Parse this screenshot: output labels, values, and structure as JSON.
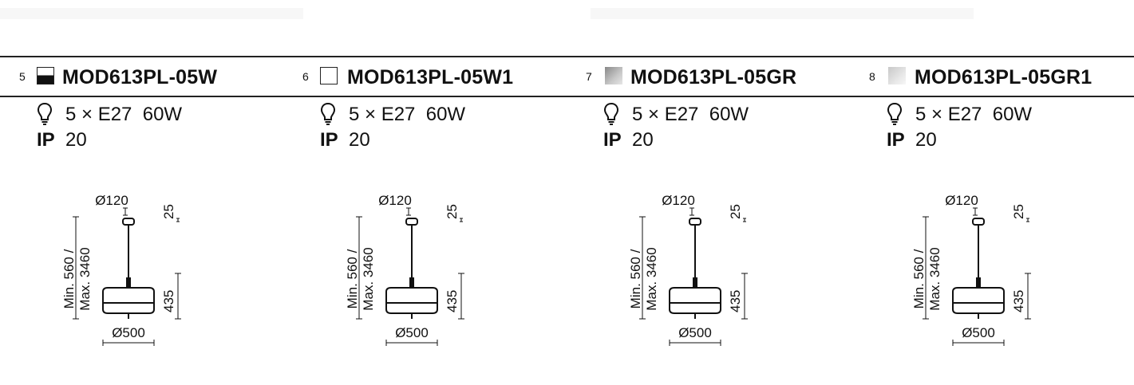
{
  "products": [
    {
      "index": "5",
      "model": "MOD613PL-05W",
      "swatch": "black-white",
      "power": "5 × E27  60W",
      "ip_label": "IP",
      "ip_value": "20"
    },
    {
      "index": "6",
      "model": "MOD613PL-05W1",
      "swatch": "white",
      "power": "5 × E27  60W",
      "ip_label": "IP",
      "ip_value": "20"
    },
    {
      "index": "7",
      "model": "MOD613PL-05GR",
      "swatch": "grey",
      "power": "5 × E27  60W",
      "ip_label": "IP",
      "ip_value": "20"
    },
    {
      "index": "8",
      "model": "MOD613PL-05GR1",
      "swatch": "light-grey",
      "power": "5 × E27  60W",
      "ip_label": "IP",
      "ip_value": "20"
    }
  ],
  "dimensions": {
    "canopy": "Ø120",
    "canopy_height": "25",
    "height_min": "Min. 560 /",
    "height_max": "Max. 3460",
    "shade_height": "435",
    "diameter": "Ø500"
  },
  "icons": {
    "bulb": "lightbulb-icon"
  }
}
